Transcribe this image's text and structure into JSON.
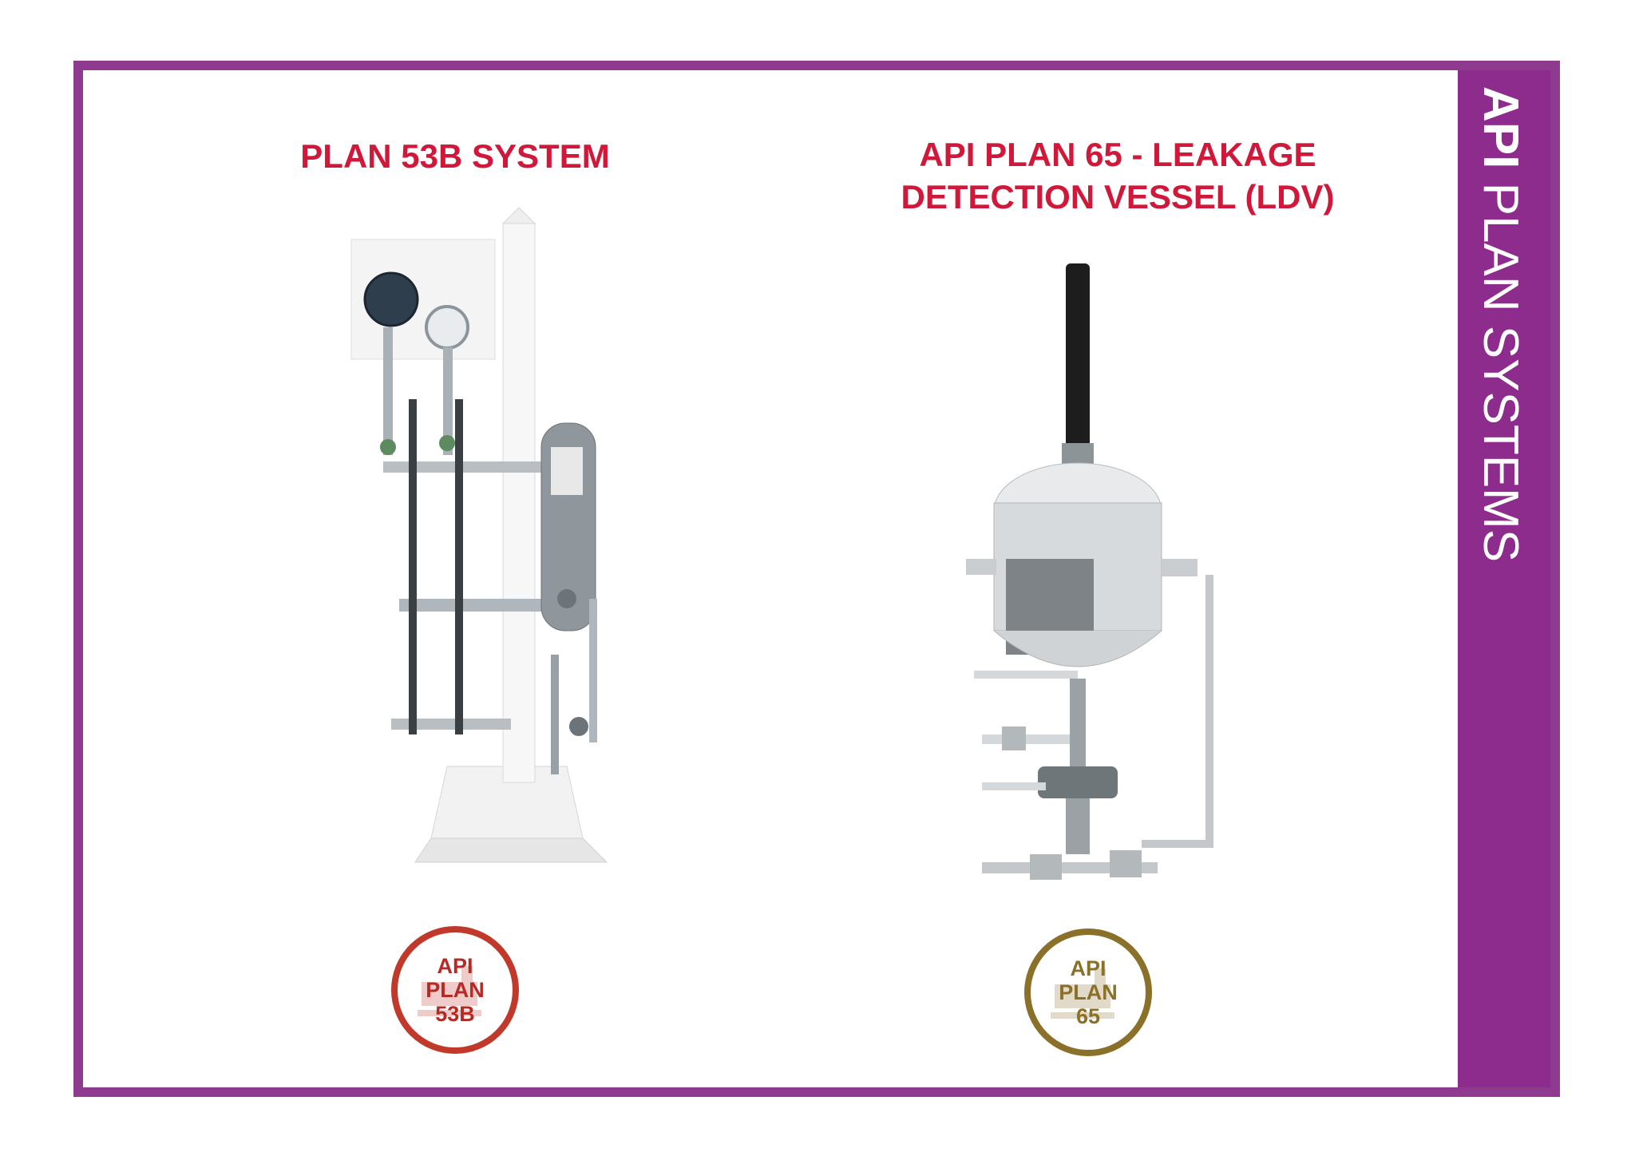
{
  "side_title": {
    "bold": "API",
    "light": " PLAN SYSTEMS"
  },
  "left": {
    "heading": "PLAN 53B SYSTEM",
    "badge": {
      "line1": "API",
      "line2": "PLAN",
      "line3": "53B"
    }
  },
  "right": {
    "heading_line1": "API PLAN 65 - LEAKAGE",
    "heading_line2": "DETECTION VESSEL (LDV)",
    "badge": {
      "line1": "API",
      "line2": "PLAN",
      "line3": "65"
    }
  },
  "colors": {
    "frame": "#8e3a8e",
    "side_band": "#8e2c8e",
    "heading": "#d0183a",
    "badge_53b": "#c0392b",
    "badge_65": "#8a7028"
  }
}
